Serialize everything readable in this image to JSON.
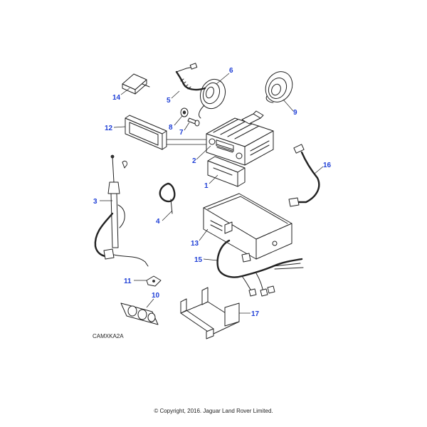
{
  "diagram": {
    "ref_code": "CAMXKA2A",
    "copyright": "© Copyright, 2016. Jaguar Land Rover Limited.",
    "labels": {
      "p1": "1",
      "p2": "2",
      "p3": "3",
      "p4": "4",
      "p5": "5",
      "p6": "6",
      "p7": "7",
      "p8": "8",
      "p9": "9",
      "p10": "10",
      "p11": "11",
      "p12": "12",
      "p13": "13",
      "p14": "14",
      "p15": "15",
      "p16": "16",
      "p17": "17"
    },
    "colors": {
      "callout": "#1f3fd6",
      "linework": "#222222",
      "background": "#ffffff"
    }
  }
}
